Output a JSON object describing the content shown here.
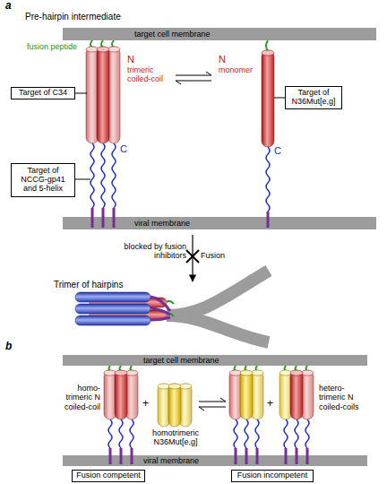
{
  "diagram": {
    "nodes": [
      {
        "text": [
          "target cell membrane"
        ]
      },
      {
        "text": [
          "Target of C34"
        ]
      },
      {
        "text": [
          "Target of N36Mut[e,g]"
        ]
      },
      {
        "text": [
          "Target of NCCG-gp41 and 5-helix"
        ]
      },
      {
        "text": [
          "viral membrane"
        ]
      },
      {
        "text": [
          "target cell membrane"
        ]
      },
      {
        "text": [
          "viral membrane"
        ]
      },
      {
        "text": [
          "Fusion competent"
        ]
      },
      {
        "text": [
          "Fusion incompetent"
        ]
      }
    ],
    "labels": [
      "a",
      "Pre-hairpin intermediate",
      "fusion peptide",
      "N",
      "trimeric coiled-coil",
      "N",
      "monomer",
      "C",
      "C",
      "blocked by fusion inhibitors",
      "Fusion",
      "Trimer of hairpins",
      "b",
      "homo-trimeric N coiled-coil",
      "+",
      "homotrimeric N36Mut[e,g]",
      "+",
      "hetero-trimeric N coiled-coils"
    ]
  }
}
